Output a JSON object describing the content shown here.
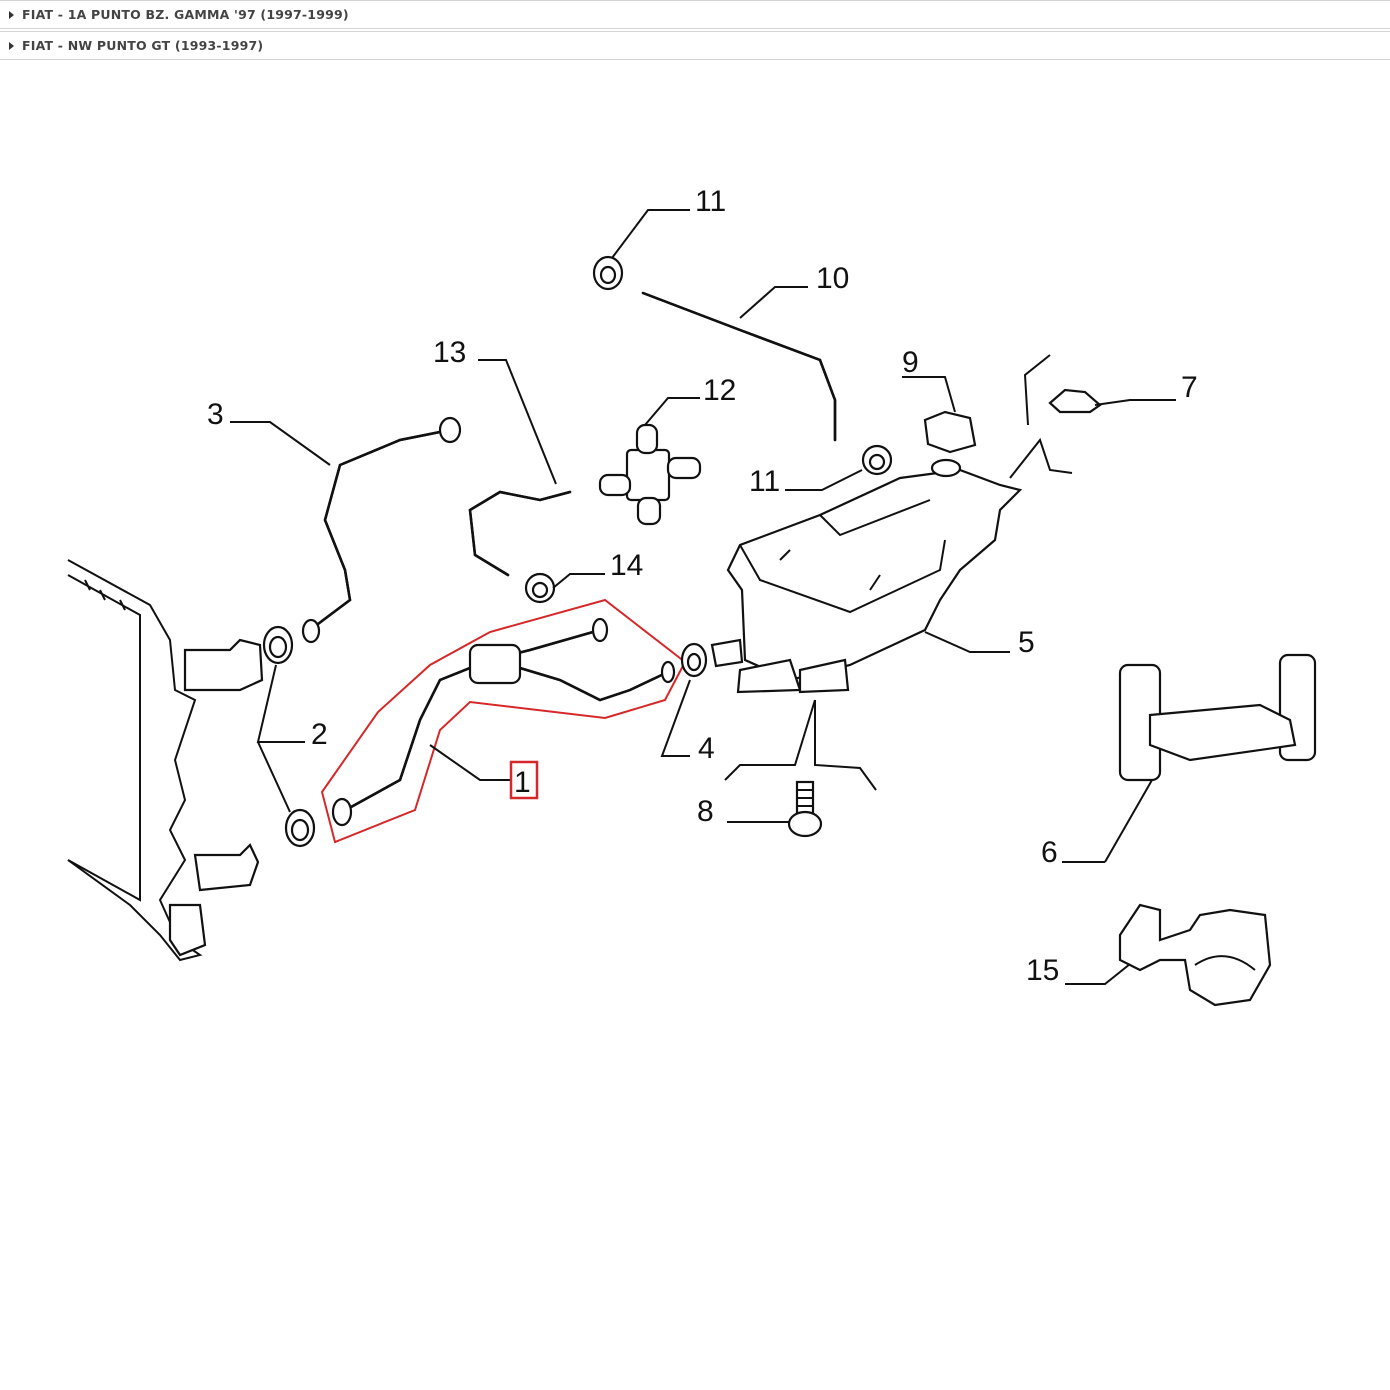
{
  "models": [
    {
      "label": "FIAT - 1A PUNTO BZ. GAMMA '97 (1997-1999)"
    },
    {
      "label": "FIAT - NW PUNTO GT (1993-1997)"
    }
  ],
  "diagram": {
    "highlight_color": "#d62828",
    "callouts": [
      "1",
      "2",
      "3",
      "4",
      "5",
      "6",
      "7",
      "8",
      "9",
      "10",
      "11",
      "11",
      "12",
      "13",
      "14",
      "15"
    ],
    "selected_callout": "1"
  }
}
